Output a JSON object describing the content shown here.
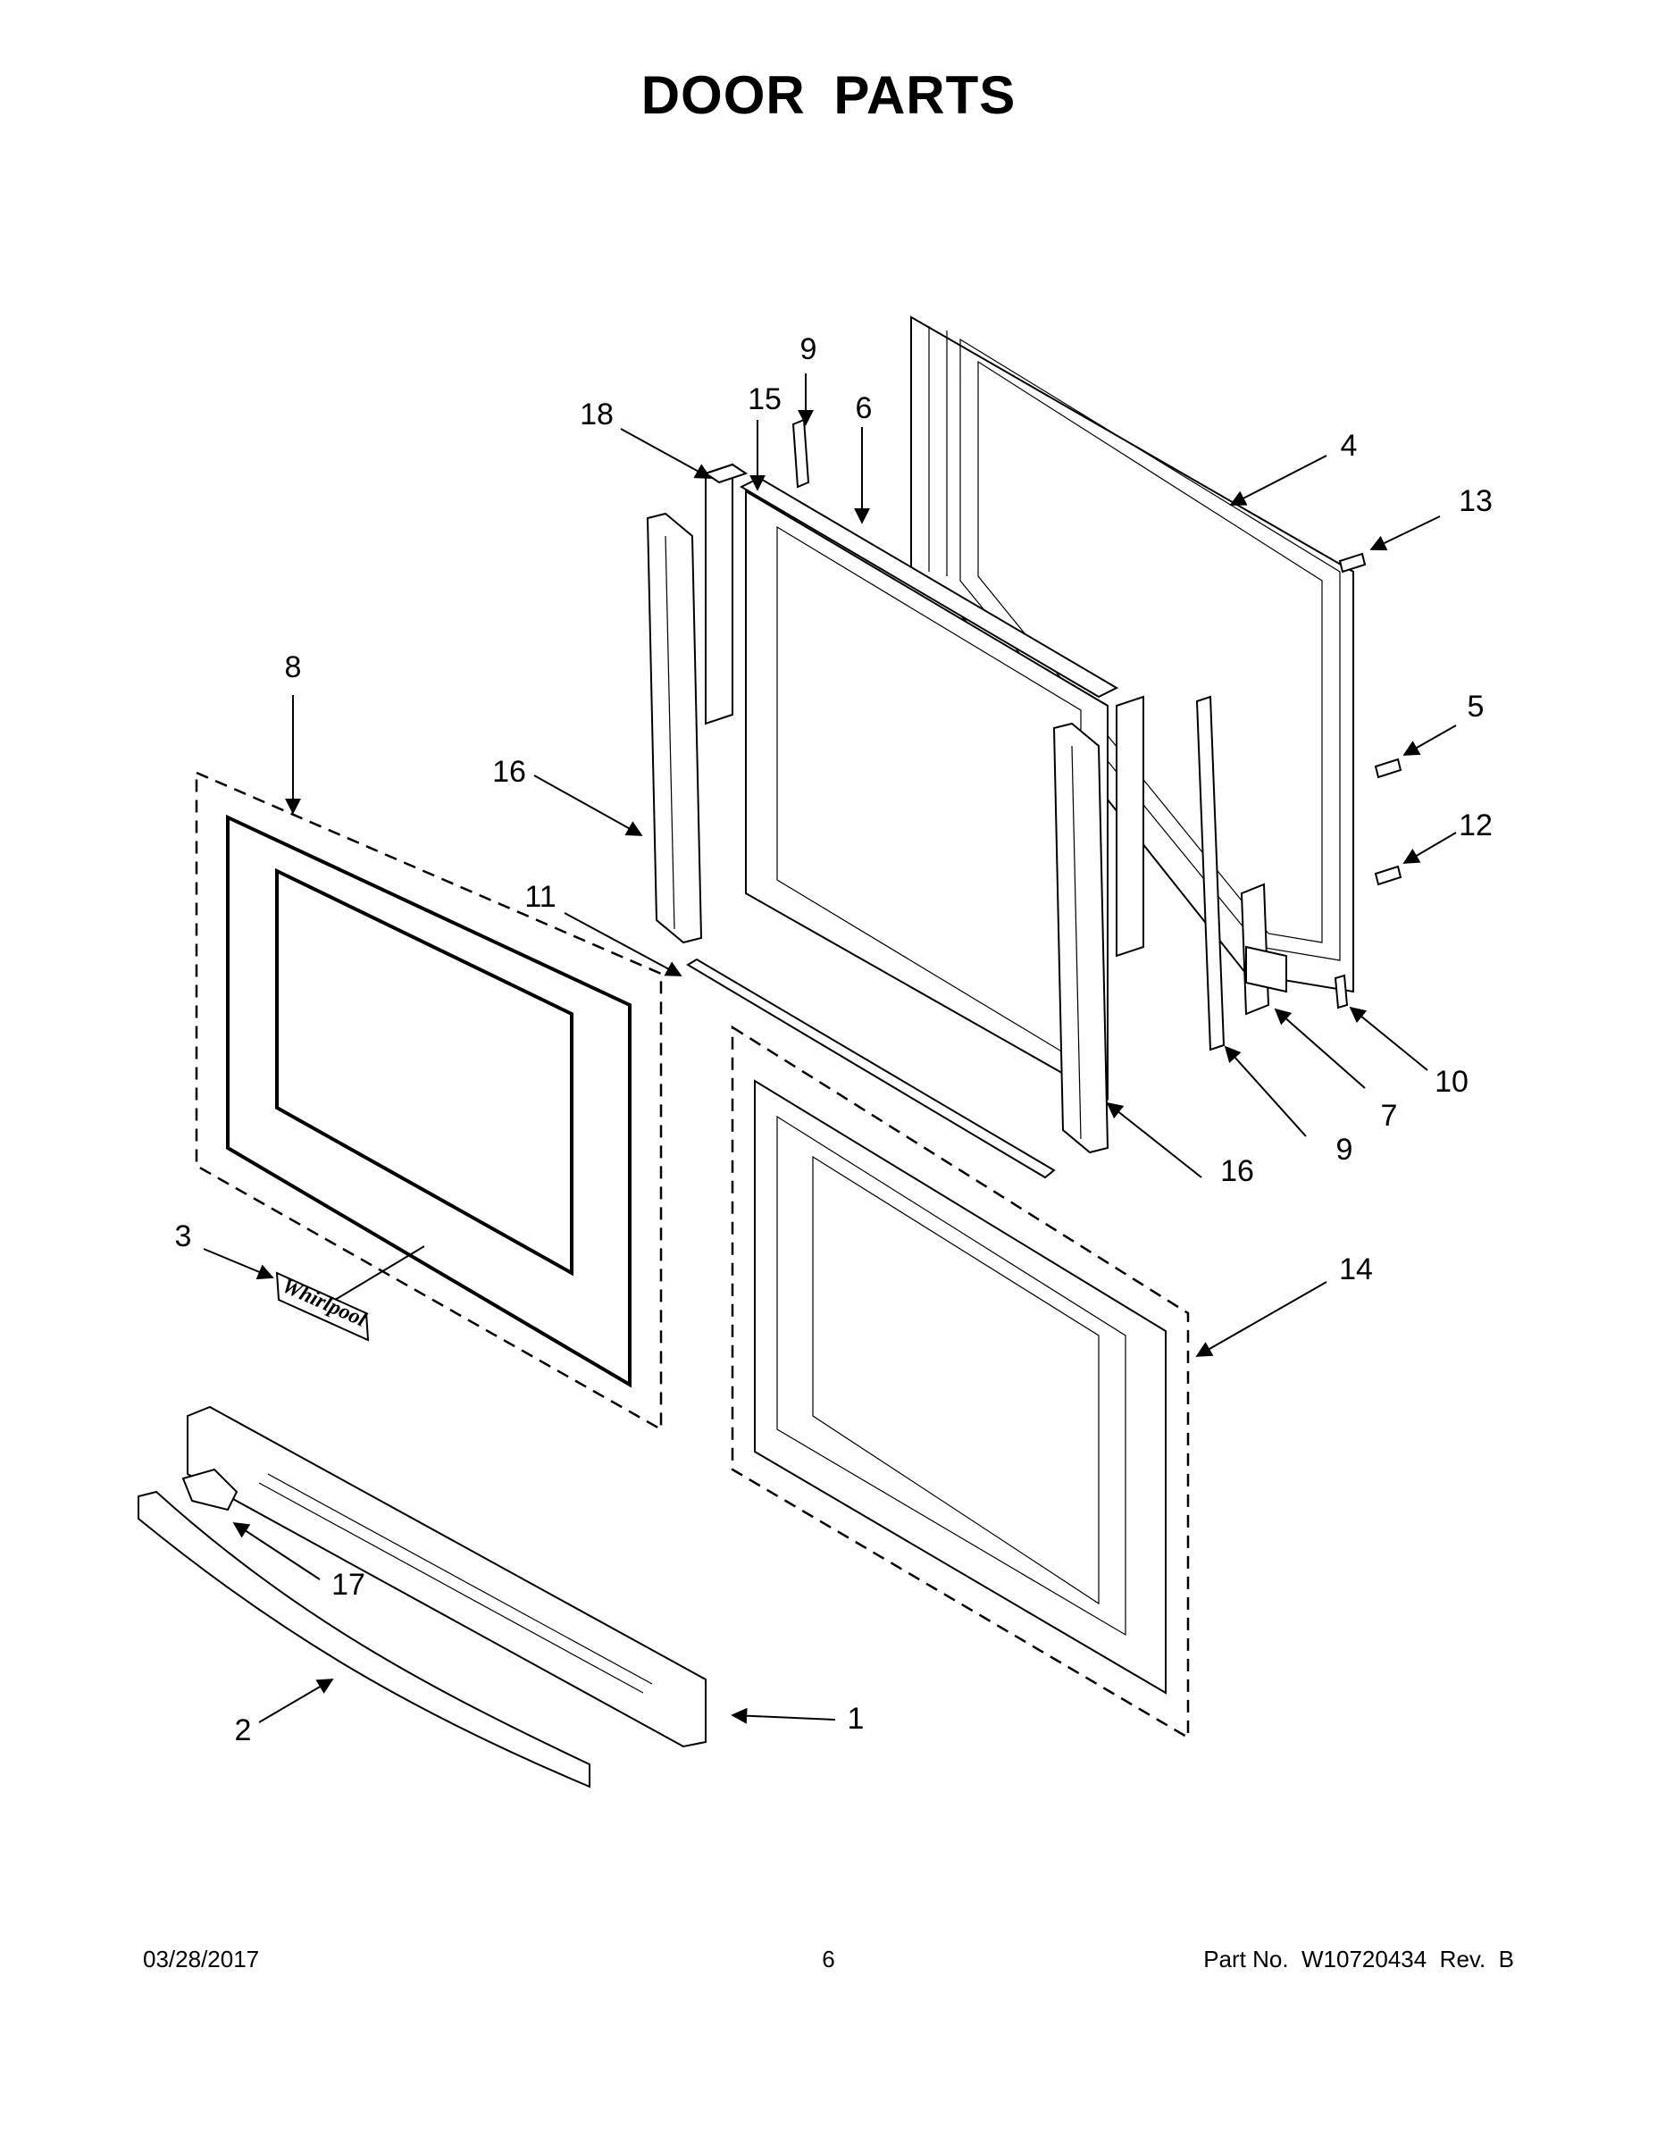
{
  "title": "DOOR PARTS",
  "footer": {
    "date": "03/28/2017",
    "page": "6",
    "part_number": "Part No.  W10720434  Rev.  B"
  },
  "callouts": [
    "1",
    "2",
    "3",
    "4",
    "5",
    "6",
    "7",
    "8",
    "9",
    "9",
    "10",
    "11",
    "12",
    "13",
    "14",
    "15",
    "16",
    "16",
    "17",
    "18"
  ],
  "logo_text": "Whirlpool"
}
